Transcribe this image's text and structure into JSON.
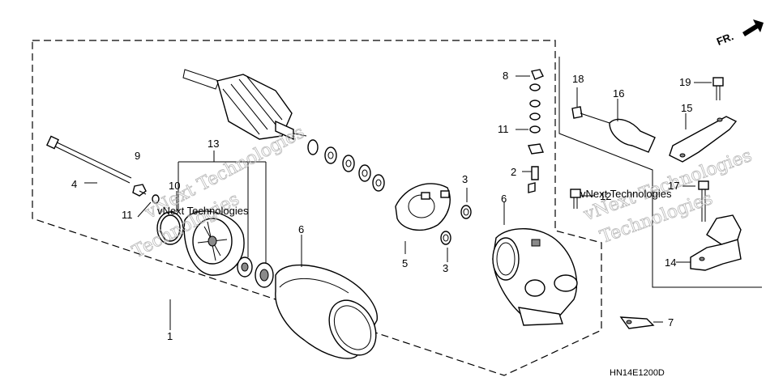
{
  "direction_label": "FR.",
  "diagram_code": "HN14E1200D",
  "watermark": "vNext Technologies",
  "watermark_parts": [
    "vNext Technologies",
    "Technologies"
  ],
  "callouts": {
    "c1": "1",
    "c2": "2",
    "c3a": "3",
    "c3b": "3",
    "c4": "4",
    "c5": "5",
    "c6a": "6",
    "c6b": "6",
    "c7": "7",
    "c8": "8",
    "c9": "9",
    "c10": "10",
    "c11a": "11",
    "c11b": "11",
    "c12": "12",
    "c13": "13",
    "c14": "14",
    "c15": "15",
    "c16": "16",
    "c17": "17",
    "c18": "18",
    "c19": "19"
  }
}
